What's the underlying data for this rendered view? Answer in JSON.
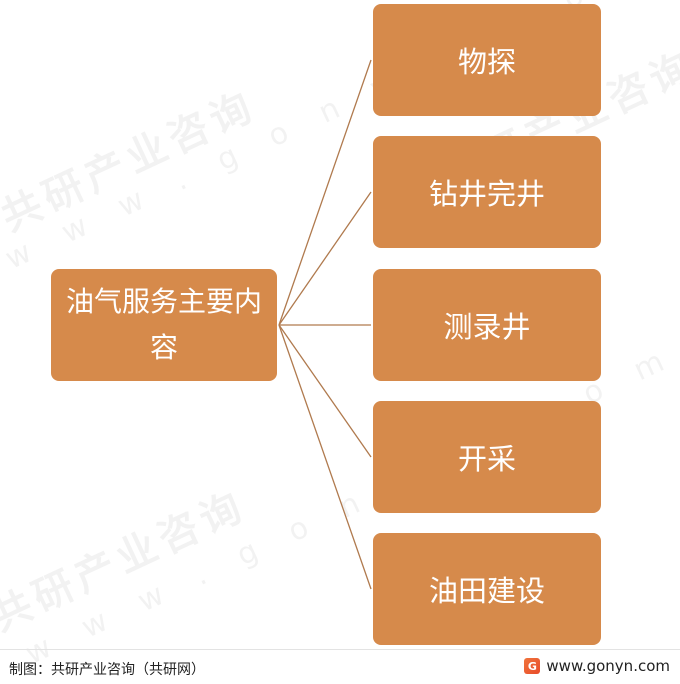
{
  "root": {
    "label": "油气服务主要内容"
  },
  "children": [
    {
      "label": "物探"
    },
    {
      "label": "钻井完井"
    },
    {
      "label": "测录井"
    },
    {
      "label": "开采"
    },
    {
      "label": "油田建设"
    }
  ],
  "watermark": {
    "name": "共研产业咨询",
    "url": "w w w . g o n y n . c o m"
  },
  "footer": {
    "source": "制图：共研产业咨询（共研网）",
    "logo_letter": "G",
    "website": "www.gonyn.com"
  },
  "colors": {
    "box_fill": "#d68a4b",
    "connector": "#b07a4e",
    "text": "#ffffff"
  }
}
